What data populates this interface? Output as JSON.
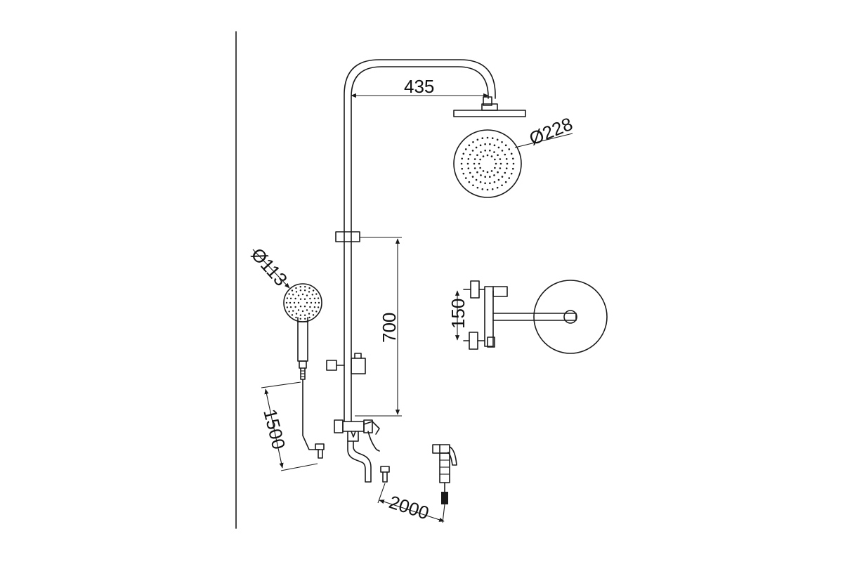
{
  "dimensions": {
    "arm_length": "435",
    "head_diameter": "Ø228",
    "hand_diameter": "Ø113",
    "slide_length": "700",
    "mixer_centers": "150",
    "hose_length": "1500",
    "bidet_hose_length": "2000"
  },
  "colors": {
    "line": "#1a1a1a",
    "background": "#ffffff"
  }
}
